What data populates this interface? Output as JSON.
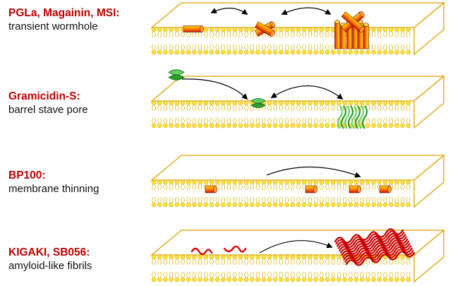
{
  "panels": [
    {
      "title": "PGLa, Magainin, MSI:",
      "description": "transient wormhole",
      "model": "transient-wormhole"
    },
    {
      "title": "Gramicidin-S:",
      "description": "barrel stave pore",
      "model": "barrel-stave-pore"
    },
    {
      "title": "BP100:",
      "description": "membrane thinning",
      "model": "membrane-thinning"
    },
    {
      "title": "KIGAKI, SB056:",
      "description": "amyloid-like fibrils",
      "model": "amyloid-fibrils"
    }
  ],
  "colors": {
    "title": "#c00000",
    "membrane_outline": "#e0a000",
    "lipid_head": "#ffe135",
    "lipid_head_stroke": "#c8a000",
    "lipid_tail": "#d9b000",
    "peptide_red": "#e01a00",
    "peptide_orange": "#ff9900",
    "peptide_yellow": "#ffd200",
    "gramicidin_green": "#2a9e2a",
    "fibril_red": "#e00000",
    "arrow": "#000000"
  }
}
